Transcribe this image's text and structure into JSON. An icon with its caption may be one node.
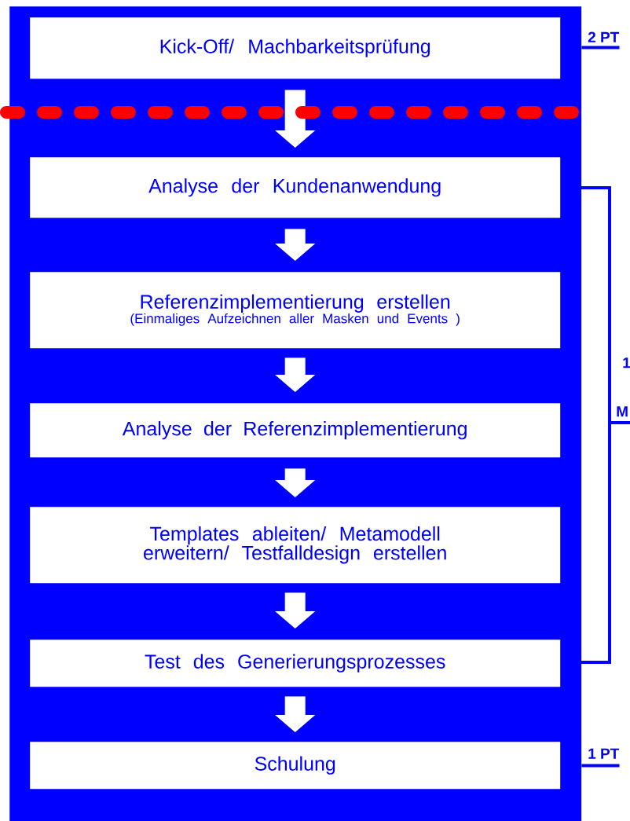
{
  "diagram": {
    "nodes": [
      {
        "text": [],
        "shape": "box"
      },
      {
        "text": [
          "Kick-Off/ Machbarkeitsprüfung"
        ],
        "in": 0
      },
      {
        "text": [
          "Analyse der Kundenanwendung"
        ],
        "in": 0
      },
      {
        "text": [
          "Referenzimplementierung erstellen",
          "(Einmaliges Aufzeichnen aller Masken und Events )"
        ],
        "in": 0
      },
      {
        "text": [
          "Analyse der Referenzimplementierung"
        ],
        "in": 0
      },
      {
        "text": [
          "Templates ableiten/ Metamodell erweitern/ Testfalldesign erstellen"
        ],
        "in": 0
      },
      {
        "text": [
          "Test des Generierungsprozesses"
        ],
        "in": 0
      },
      {
        "text": [
          "Schulung"
        ],
        "in": 0
      },
      {
        "text": [
          "2 PT"
        ]
      },
      {
        "text": [
          "1 PT"
        ]
      }
    ],
    "edges": [
      {
        "from": 1,
        "to": 2,
        "arrow": "to"
      },
      {
        "from": 2,
        "to": 3,
        "arrow": "to"
      },
      {
        "from": 3,
        "to": 4,
        "arrow": "to"
      },
      {
        "from": 4,
        "to": 5,
        "arrow": "to"
      },
      {
        "from": 5,
        "to": 6,
        "arrow": "to"
      },
      {
        "from": 6,
        "to": 7,
        "arrow": "to"
      },
      {
        "from": 8,
        "to": 0,
        "arrow": "none",
        "color": "#0000ff"
      },
      {
        "from": 9,
        "to": 0,
        "arrow": "none",
        "color": "#0000ff"
      }
    ],
    "labels": [
      "1",
      "M"
    ]
  }
}
